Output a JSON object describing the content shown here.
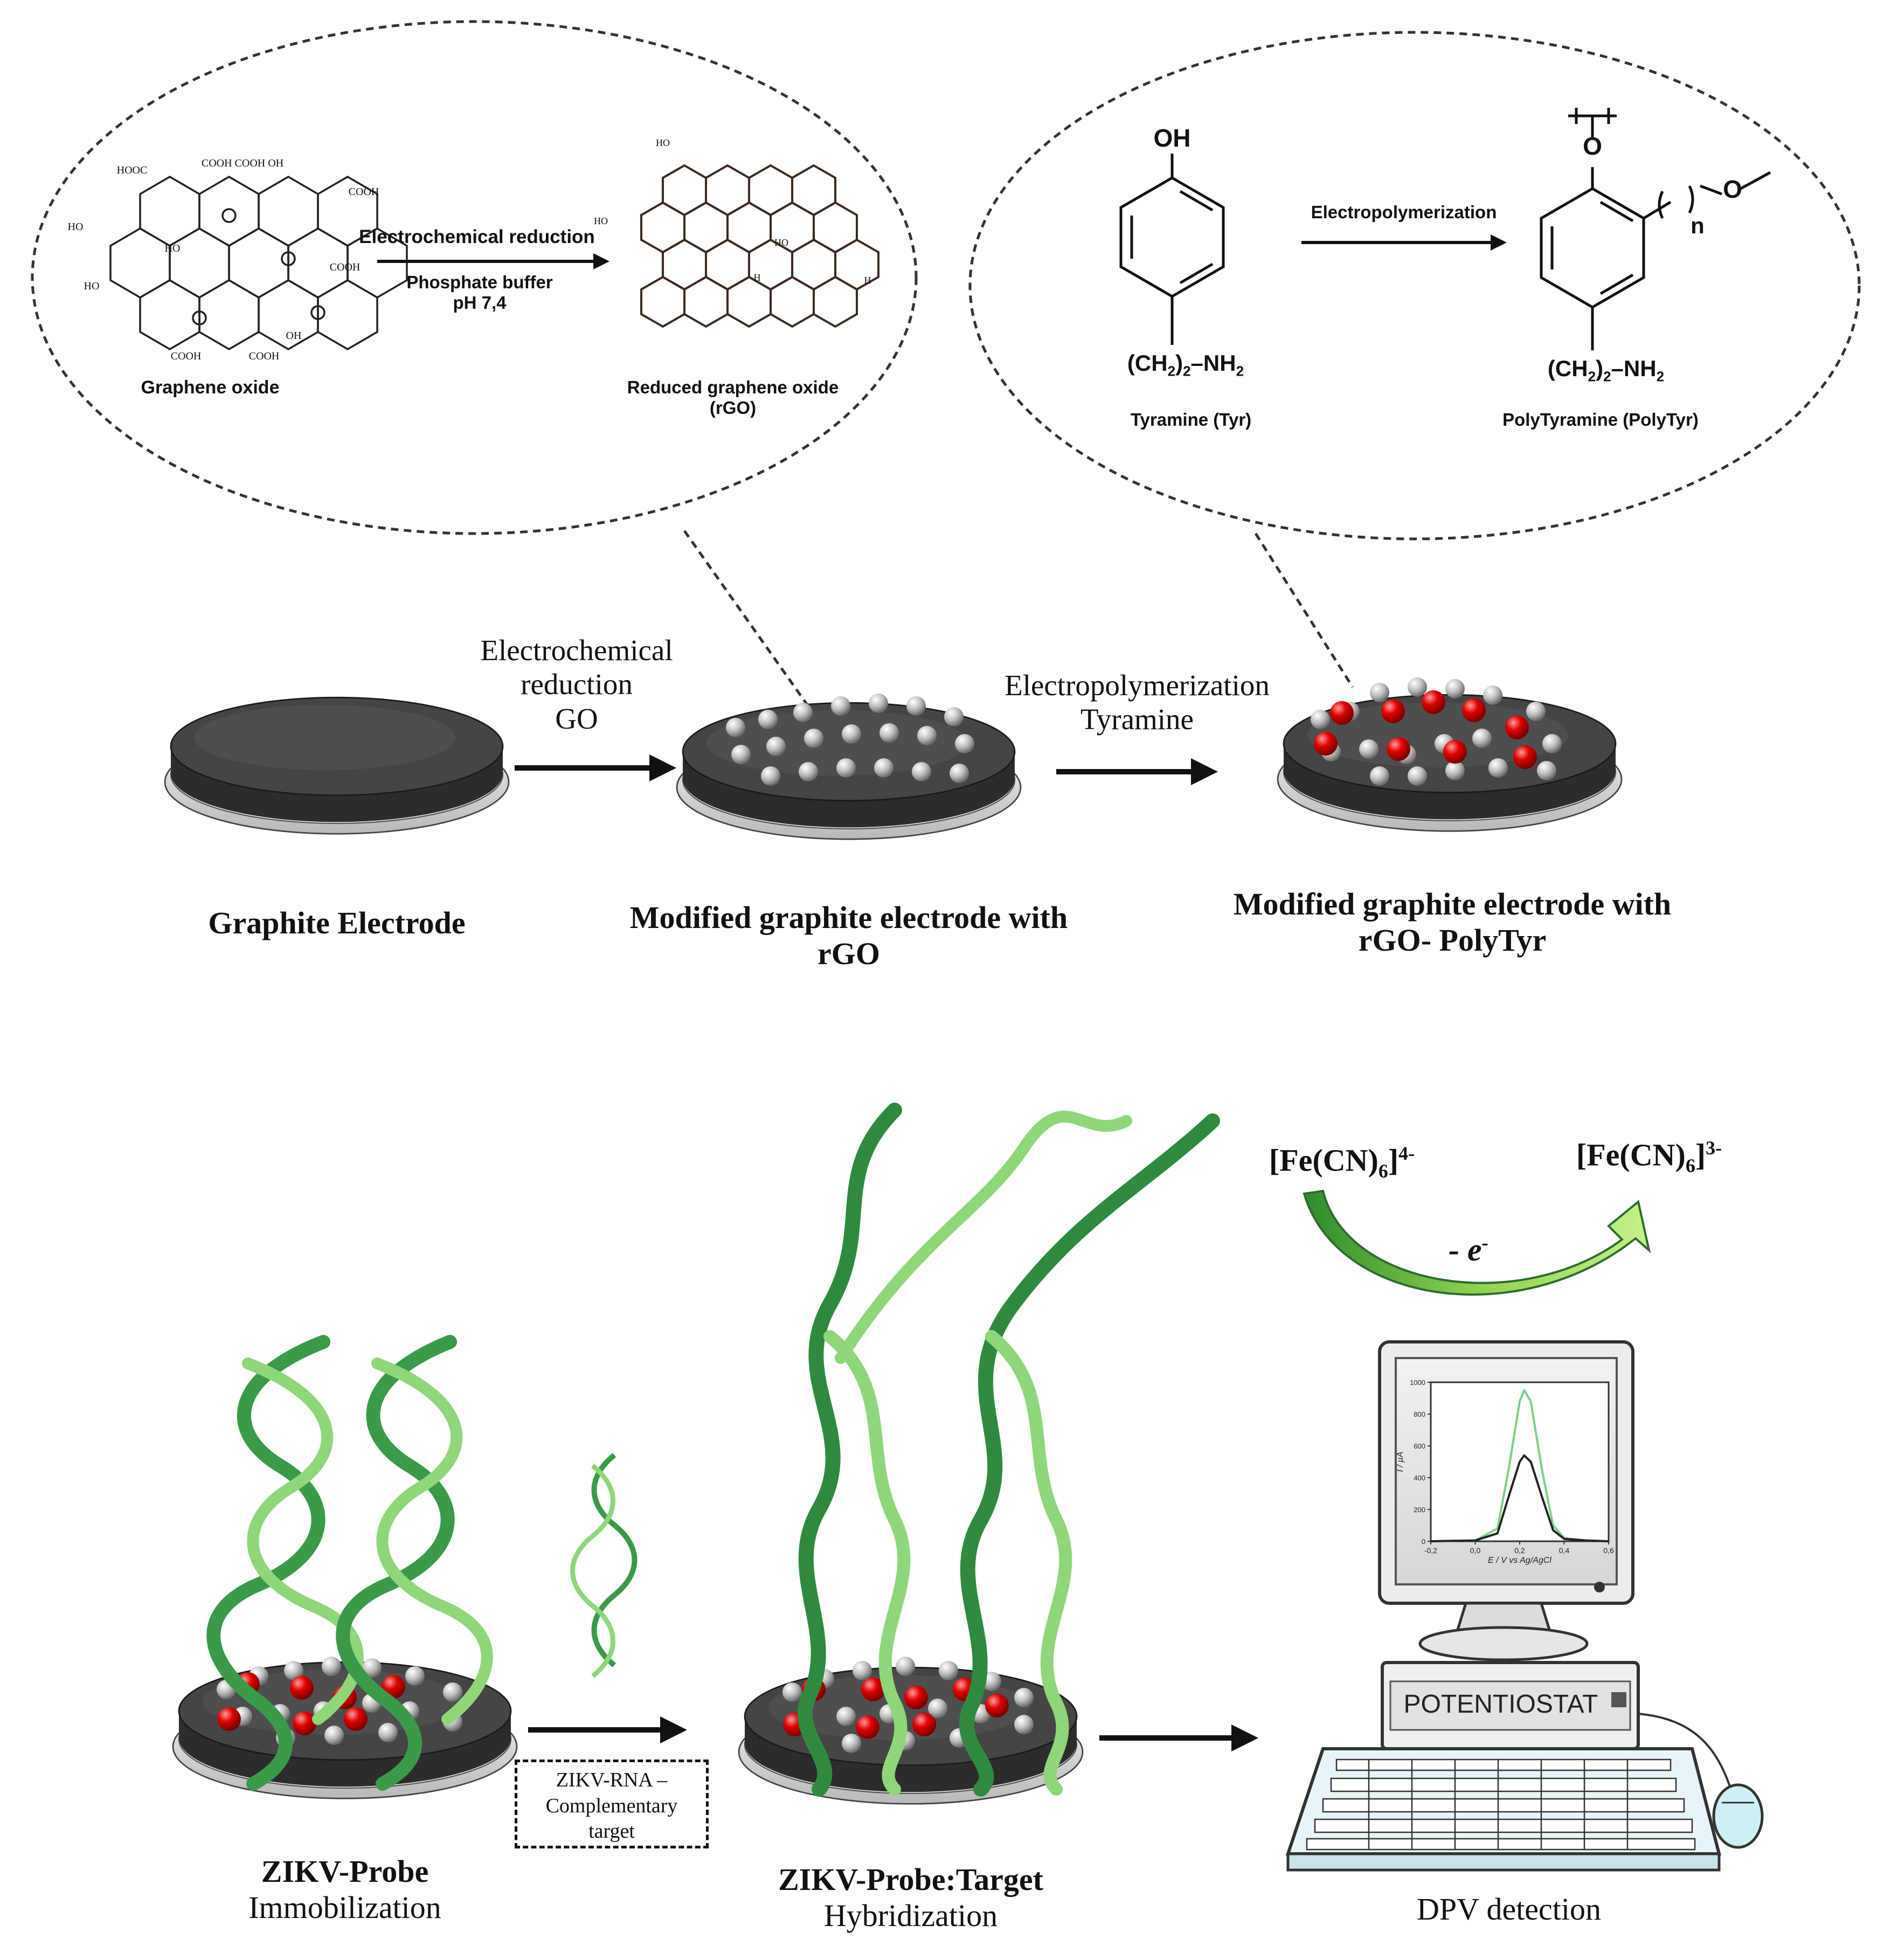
{
  "bubble_left": {
    "arrow_label_top": "Electrochemical reduction",
    "arrow_label_bottom_1": "Phosphate buffer",
    "arrow_label_bottom_2": "pH 7,4",
    "go_label": "Graphene oxide",
    "rgo_label_1": "Reduced graphene oxide",
    "rgo_label_2": "(rGO)",
    "go_groups": {
      "hooc": "HOOC",
      "cooh1": "COOH COOH OH",
      "cooh_r": "COOH",
      "cooh_r2": "COOH",
      "ho_l": "HO",
      "ho_l2": "HO",
      "cooh_b1": "COOH",
      "cooh_b2": "COOH",
      "oh_b": "OH",
      "ho_mid": "HO"
    },
    "rgo_groups": {
      "ho_top": "HO",
      "ho_left": "HO",
      "ho_mid": "HO",
      "h1": "H",
      "h2": "H"
    }
  },
  "bubble_right": {
    "arrow_label": "Electropolymerization",
    "tyr_oh": "OH",
    "tyr_chain": "(CH",
    "tyr_chain_sub": "2",
    "tyr_chain_sub2": "2",
    "tyr_chain_end": "–NH",
    "polytyr_chain": "(CH",
    "polytyr_chain_end": "–NH",
    "polytyr_n": "n",
    "tyr_label": "Tyramine (Tyr)",
    "polytyr_label": "PolyTyramine (PolyTyr)"
  },
  "row2": {
    "step1_l1": "Electrochemical",
    "step1_l2": "reduction",
    "step1_l3": "GO",
    "step2_l1": "Electropolymerization",
    "step2_l2": "Tyramine",
    "electrode1": "Graphite Electrode",
    "electrode2_l1": "Modified graphite electrode with",
    "electrode2_l2": "rGO",
    "electrode3_l1": "Modified graphite electrode with",
    "electrode3_l2": "rGO- PolyTyr"
  },
  "row3": {
    "probe_l1": "ZIKV-Probe",
    "probe_l2": "Immobilization",
    "target_box_l1": "ZIKV-RNA –",
    "target_box_l2": "Complementary",
    "target_box_l3": "target",
    "hyb_l1": "ZIKV-Probe:Target",
    "hyb_l2": "Hybridization",
    "dpv": "DPV detection",
    "potentiostat": "POTENTIOSTAT",
    "ferro_base": "[Fe(CN)",
    "ferro_sub": "6",
    "ferro_sup": "4-",
    "ferri_base": "[Fe(CN)",
    "ferri_sub": "6",
    "ferri_sup": "3-",
    "electron": "- e",
    "electron_sup": "-"
  },
  "chart_data": {
    "type": "line",
    "xlabel": "E / V vs Ag/AgCl",
    "ylabel": "I / µA",
    "xlim": [
      -0.2,
      0.6
    ],
    "ylim": [
      0,
      1000
    ],
    "xticks": [
      "-0,2",
      "0,0",
      "0,2",
      "0,4",
      "0,6"
    ],
    "yticks": [
      "0",
      "200",
      "400",
      "600",
      "800",
      "1000"
    ],
    "series": [
      {
        "color": "#7ccf8a",
        "x": [
          -0.2,
          0.0,
          0.1,
          0.15,
          0.2,
          0.22,
          0.25,
          0.3,
          0.35,
          0.4,
          0.5,
          0.6
        ],
        "y": [
          0,
          5,
          80,
          450,
          880,
          950,
          880,
          450,
          100,
          20,
          5,
          0
        ]
      },
      {
        "color": "#222222",
        "x": [
          -0.2,
          0.0,
          0.1,
          0.15,
          0.2,
          0.22,
          0.25,
          0.3,
          0.35,
          0.4,
          0.5,
          0.6
        ],
        "y": [
          0,
          5,
          50,
          280,
          500,
          540,
          500,
          280,
          70,
          15,
          5,
          0
        ]
      }
    ]
  }
}
